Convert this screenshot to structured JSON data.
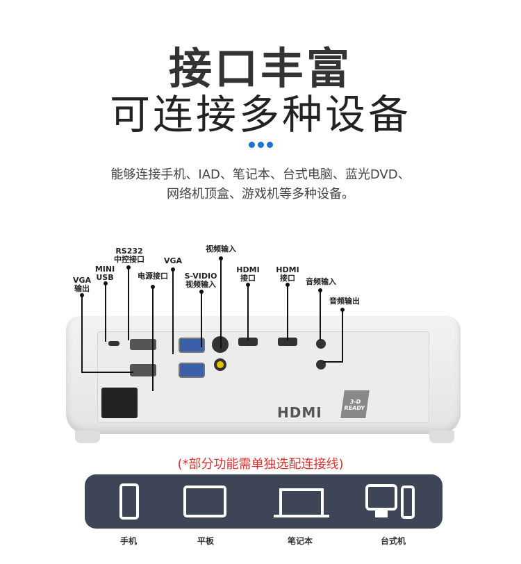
{
  "title": {
    "line1": "接口丰富",
    "line2": "可连接多种设备"
  },
  "description": {
    "line1": "能够连接手机、IAD、笔记本、台式电脑、蓝光DVD、",
    "line2": "网络机顶盒、游戏机等多种设备。"
  },
  "ports": [
    {
      "l1": "VGA",
      "l2": "输出"
    },
    {
      "l1": "MINI",
      "l2": "USB"
    },
    {
      "l1": "RS232",
      "l2": "中控接口"
    },
    {
      "l1": "电源接口",
      "l2": ""
    },
    {
      "l1": "VGA",
      "l2": ""
    },
    {
      "l1": "S-VIDIO",
      "l2": "视频输入"
    },
    {
      "l1": "视频输入",
      "l2": ""
    },
    {
      "l1": "HDMI",
      "l2": "接口"
    },
    {
      "l1": "HDMI",
      "l2": "接口"
    },
    {
      "l1": "音频输入",
      "l2": ""
    },
    {
      "l1": "音频输出",
      "l2": ""
    }
  ],
  "projector": {
    "logo": "HDMI",
    "badge": "3-D READY"
  },
  "note": "(*部分功能需单独选配连接线)",
  "devices": [
    {
      "label": "手机"
    },
    {
      "label": "平板"
    },
    {
      "label": "笔记本"
    },
    {
      "label": "台式机"
    }
  ]
}
